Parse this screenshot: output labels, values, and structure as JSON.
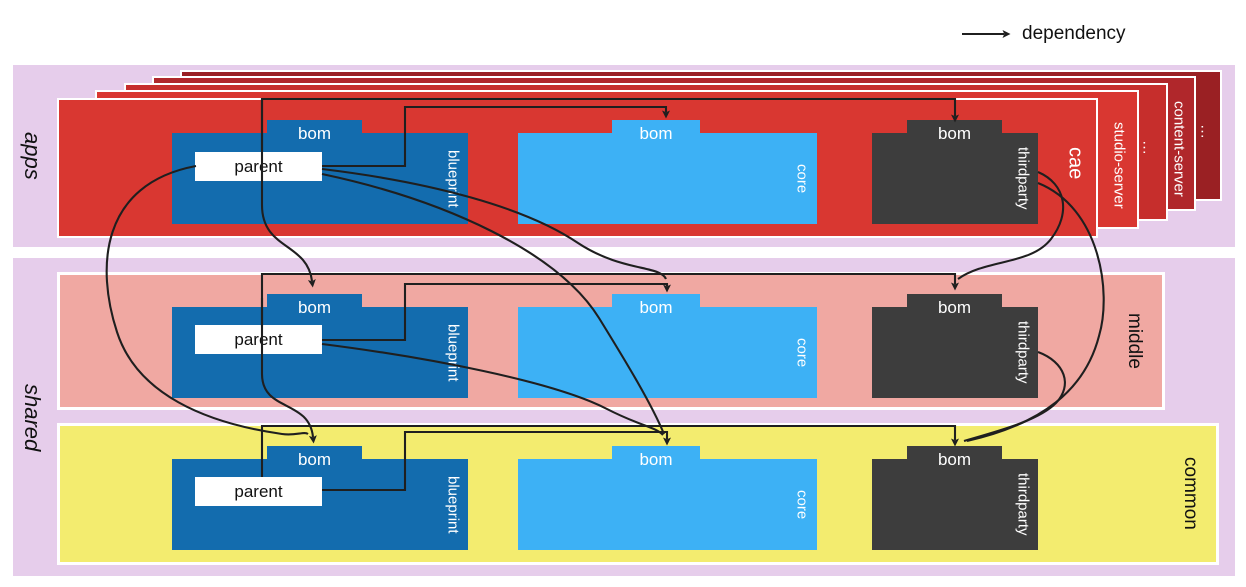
{
  "legend": {
    "label": "dependency"
  },
  "groups": {
    "apps": "apps",
    "shared": "shared"
  },
  "stack_cards": [
    {
      "label": "…"
    },
    {
      "label": "content-server"
    },
    {
      "label": "…"
    },
    {
      "label": "studio-server"
    }
  ],
  "sections": [
    {
      "id": "apps",
      "side_label": "cae",
      "blocks": [
        {
          "label": "blueprint",
          "tab": "bom",
          "parent": "parent"
        },
        {
          "label": "core",
          "tab": "bom"
        },
        {
          "label": "thirdparty",
          "tab": "bom"
        }
      ]
    },
    {
      "id": "middle",
      "side_label": "middle",
      "blocks": [
        {
          "label": "blueprint",
          "tab": "bom",
          "parent": "parent"
        },
        {
          "label": "core",
          "tab": "bom"
        },
        {
          "label": "thirdparty",
          "tab": "bom"
        }
      ]
    },
    {
      "id": "common",
      "side_label": "common",
      "blocks": [
        {
          "label": "blueprint",
          "tab": "bom",
          "parent": "parent"
        },
        {
          "label": "core",
          "tab": "bom"
        },
        {
          "label": "thirdparty",
          "tab": "bom"
        }
      ]
    }
  ],
  "colors": {
    "red": "#D93731",
    "red_mid": "#C62E2C",
    "red_dark": "#B0272B",
    "red_darkest": "#9A2023",
    "pink": "#F0A8A2",
    "yellow": "#F3EC6F",
    "lavender": "#E6CDEB",
    "blue_dark": "#136CAE",
    "blue_light": "#3DB1F5",
    "gray_dark": "#3D3D3D",
    "arrow": "#1F1F1F"
  }
}
